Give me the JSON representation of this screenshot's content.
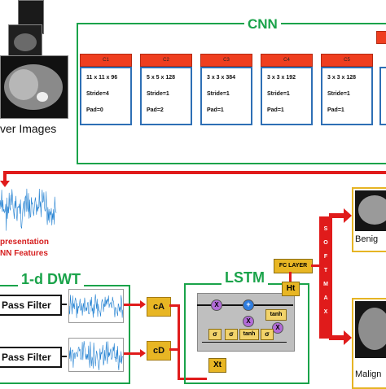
{
  "input": {
    "caption": "ver Images"
  },
  "cnn": {
    "title": "CNN",
    "layers": [
      {
        "name": "C1",
        "lines": [
          "11 x 11 x 96",
          "Stride=4",
          "Pad=0"
        ]
      },
      {
        "name": "C2",
        "lines": [
          "5 x 5 x 128",
          "Stride=1",
          "Pad=2"
        ]
      },
      {
        "name": "C3",
        "lines": [
          "3 x 3 x 384",
          "Stride=1",
          "Pad=1"
        ]
      },
      {
        "name": "C4",
        "lines": [
          "3 x 3 x 192",
          "Stride=1",
          "Pad=1"
        ]
      },
      {
        "name": "C5",
        "lines": [
          "3 x 3 x 128",
          "Stride=1",
          "Pad=1"
        ]
      }
    ]
  },
  "features": {
    "line1": "presentation",
    "line2": "NN Features"
  },
  "dwt": {
    "title": "1-d DWT",
    "filters": [
      "Pass Filter",
      "Pass Filter"
    ],
    "coefficients": [
      "cA",
      "cD"
    ]
  },
  "lstm": {
    "title": "LSTM",
    "hidden_label": "Ht",
    "input_label": "Xt",
    "gates": [
      "σ",
      "σ",
      "tanh",
      "σ"
    ],
    "tanh_label": "tanh",
    "mult": "X",
    "add": "+"
  },
  "fc_layer": "FC LAYER",
  "softmax": [
    "S",
    "O",
    "F",
    "T",
    "M",
    "A",
    "X"
  ],
  "outputs": [
    "Benig",
    "Malign"
  ],
  "colors": {
    "cnn_border": "#1aa34a",
    "layer_head": "#ef3e1f",
    "layer_border": "#2e6fb5",
    "arrow_red": "#e01b1b",
    "output_border": "#e6b424",
    "coef_fill": "#e8b624",
    "feature_text": "#d62020"
  }
}
